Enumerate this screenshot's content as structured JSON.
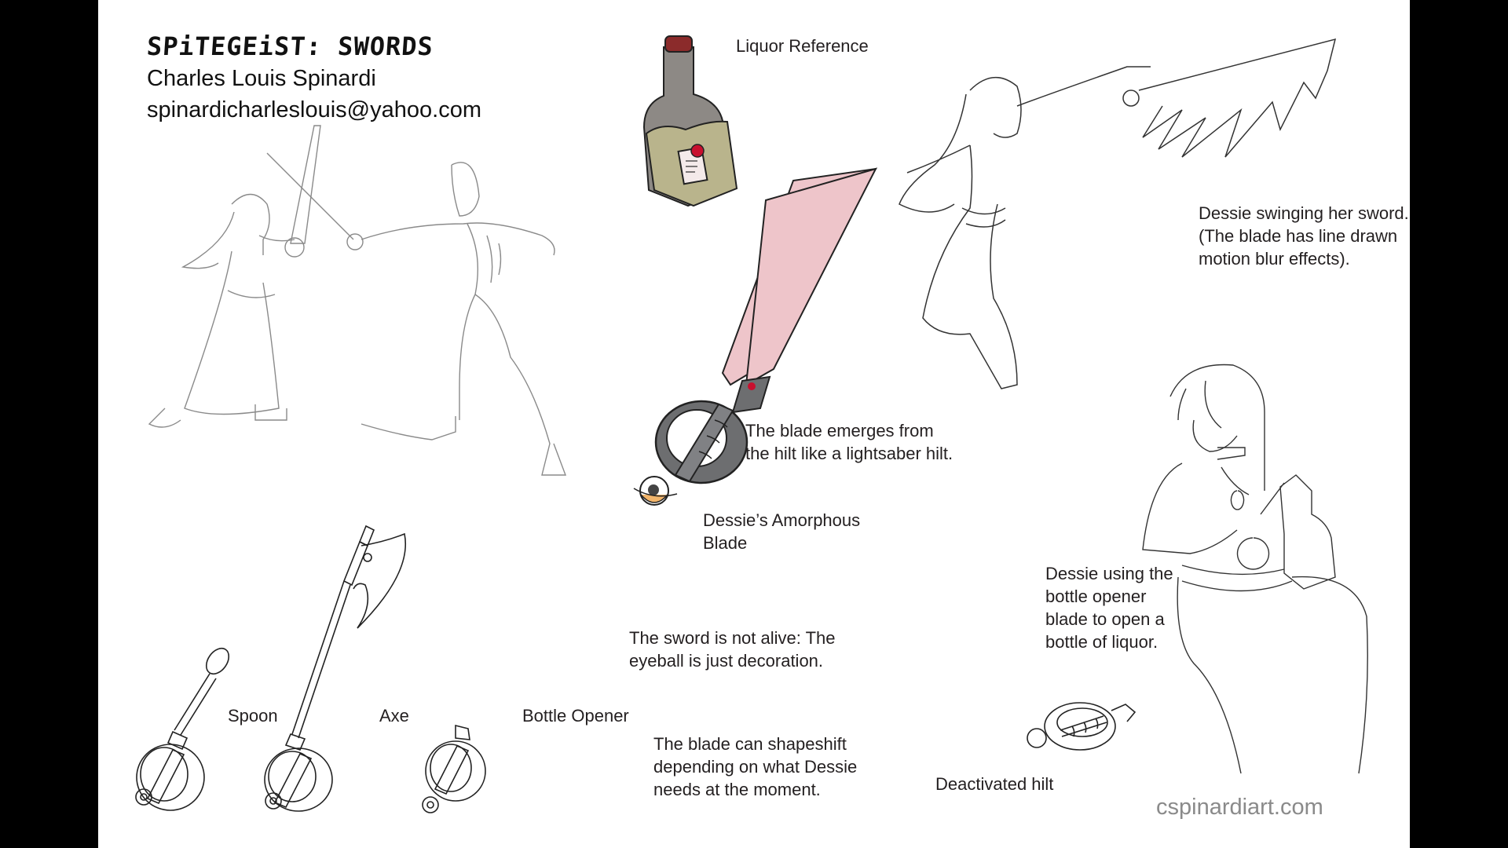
{
  "header": {
    "title": "SPiTEGEiST: SWORDS",
    "author": "Charles Louis Spinardi",
    "email": "spinardicharleslouis@yahoo.com"
  },
  "captions": {
    "liquor_reference": "Liquor Reference",
    "swinging": "Dessie swinging her sword.\n(The blade has line drawn\nmotion blur effects).",
    "hilt_emerges": "The blade emerges from\nthe hilt like a lightsaber hilt.",
    "amorphous_blade": "Dessie’s Amorphous\nBlade",
    "not_alive": "The sword is not alive: The\neyeball is just decoration.",
    "shapeshift": "The blade can shapeshift\ndepending on what Dessie\nneeds at the moment.",
    "bottle_opener_use": "Dessie using the\nbottle opener\nblade to open a\nbottle of liquor.",
    "deactivated_hilt": "Deactivated hilt"
  },
  "variants": [
    {
      "label": "Spoon"
    },
    {
      "label": "Axe"
    },
    {
      "label": "Bottle Opener"
    }
  ],
  "footer": {
    "website": "cspinardiart.com"
  },
  "colors": {
    "blade_pink": "#eec5ca",
    "hilt_gray": "#6d6e70",
    "bottle_olive": "#b9b48c",
    "bottle_gray": "#8d8985",
    "cork_red": "#8b2b2b",
    "seal_red": "#c8102e",
    "eye_orange": "#f2b56b",
    "sketch_line": "#555555"
  }
}
